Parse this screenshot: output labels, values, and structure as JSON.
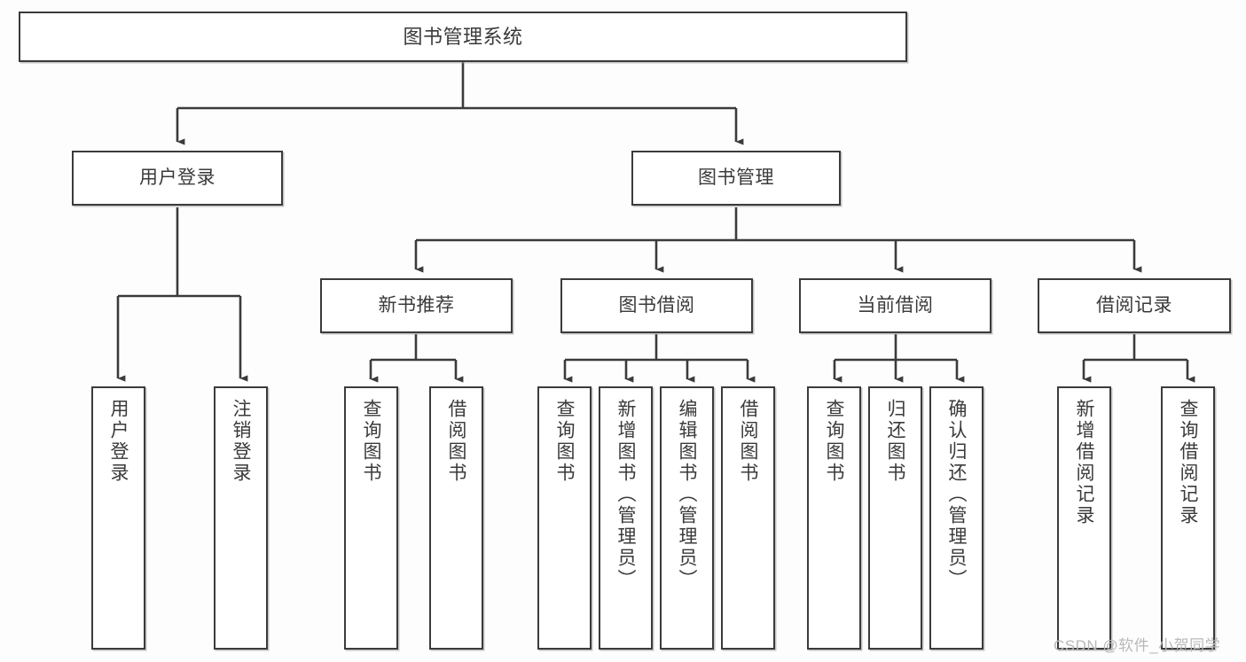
{
  "diagram": {
    "type": "tree-hierarchy-functional-decomposition",
    "root": {
      "label": "图书管理系统"
    },
    "level2": [
      {
        "label": "用户登录"
      },
      {
        "label": "图书管理"
      }
    ],
    "level3": [
      {
        "label": "新书推荐"
      },
      {
        "label": "图书借阅"
      },
      {
        "label": "当前借阅"
      },
      {
        "label": "借阅记录"
      }
    ],
    "leaves": {
      "user_login": [
        {
          "label": "用户登录"
        },
        {
          "label": "注销登录"
        }
      ],
      "new_book_recommend": [
        {
          "label": "查询图书"
        },
        {
          "label": "借阅图书"
        }
      ],
      "book_borrow": [
        {
          "label": "查询图书"
        },
        {
          "label": "新增图书（管理员）"
        },
        {
          "label": "编辑图书（管理员）"
        },
        {
          "label": "借阅图书"
        }
      ],
      "current_borrow": [
        {
          "label": "查询图书"
        },
        {
          "label": "归还图书"
        },
        {
          "label": "确认归还（管理员）"
        }
      ],
      "borrow_record": [
        {
          "label": "新增借阅记录"
        },
        {
          "label": "查询借阅记录"
        }
      ]
    }
  },
  "watermark": {
    "text": "CSDN @软件_小贺同学"
  },
  "colors": {
    "stroke": "#3b3b3b",
    "text": "#3a3a3a",
    "background": "#fdfdfd",
    "watermark": "#b8b8b8"
  }
}
